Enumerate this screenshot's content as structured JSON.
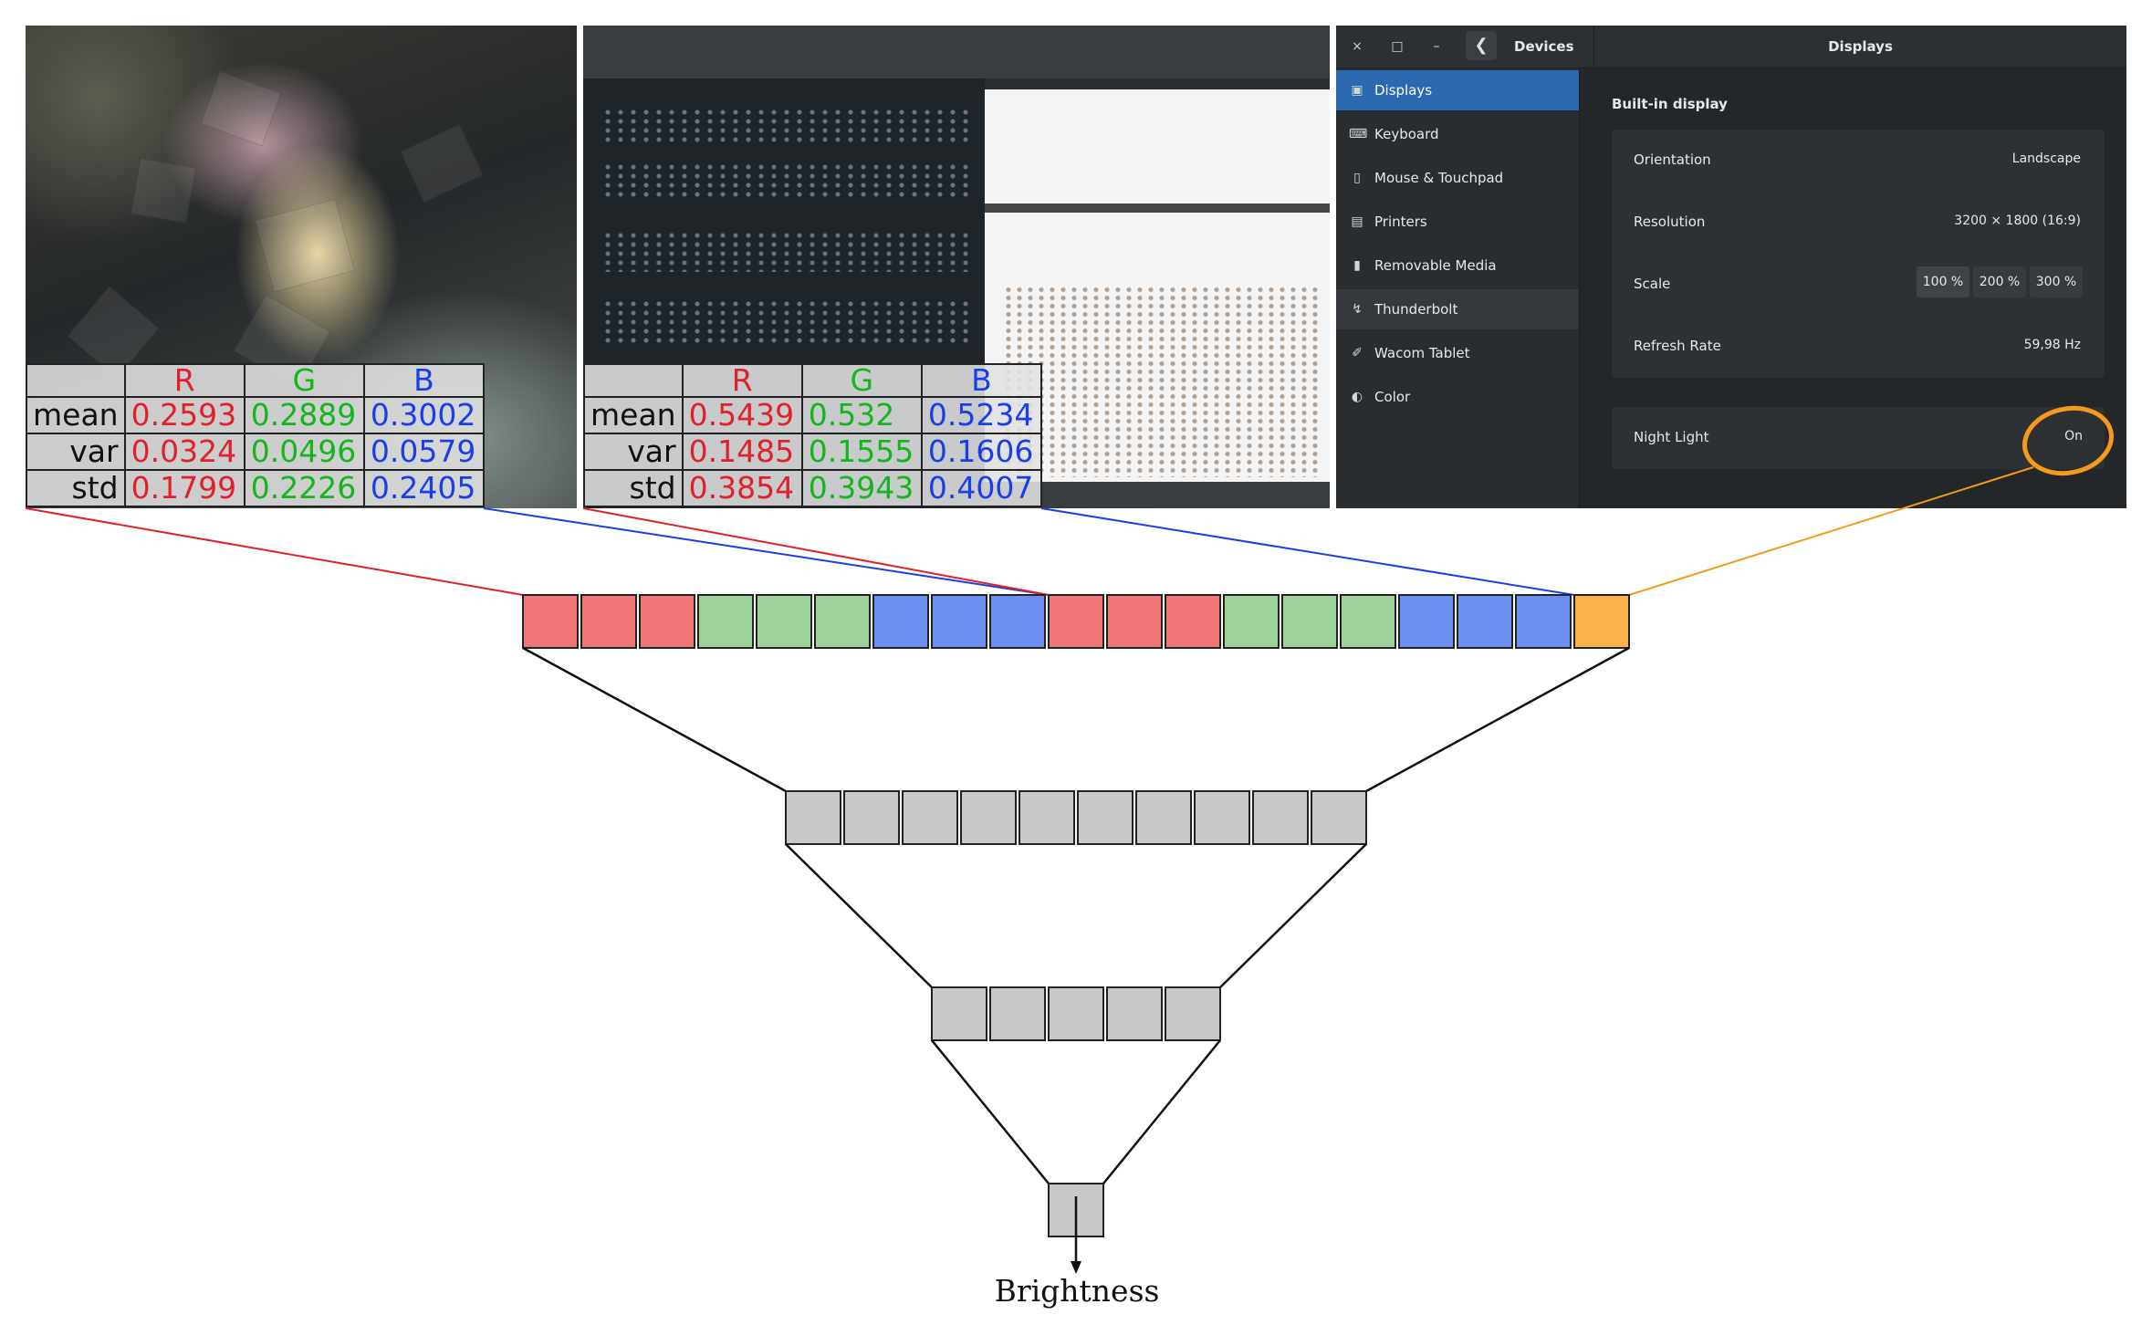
{
  "photo_panel": {
    "table": {
      "headers": [
        "R",
        "G",
        "B"
      ],
      "rows": [
        {
          "label": "mean",
          "R": "0.2593",
          "G": "0.2889",
          "B": "0.3002"
        },
        {
          "label": "var",
          "R": "0.0324",
          "G": "0.0496",
          "B": "0.0579"
        },
        {
          "label": "std",
          "R": "0.1799",
          "G": "0.2226",
          "B": "0.2405"
        }
      ]
    }
  },
  "screenshot_panel": {
    "table": {
      "headers": [
        "R",
        "G",
        "B"
      ],
      "rows": [
        {
          "label": "mean",
          "R": "0.5439",
          "G": "0.532",
          "B": "0.5234"
        },
        {
          "label": "var",
          "R": "0.1485",
          "G": "0.1555",
          "B": "0.1606"
        },
        {
          "label": "std",
          "R": "0.3854",
          "G": "0.3943",
          "B": "0.4007"
        }
      ]
    }
  },
  "settings_window": {
    "window_buttons": [
      "×",
      "□",
      "–"
    ],
    "back_icon": "chevron-left-icon",
    "panel_title": "Devices",
    "page_title": "Displays",
    "sidebar": [
      {
        "label": "Displays",
        "icon": "display-icon",
        "selected": true
      },
      {
        "label": "Keyboard",
        "icon": "keyboard-icon"
      },
      {
        "label": "Mouse & Touchpad",
        "icon": "mouse-icon"
      },
      {
        "label": "Printers",
        "icon": "printer-icon"
      },
      {
        "label": "Removable Media",
        "icon": "usb-icon"
      },
      {
        "label": "Thunderbolt",
        "icon": "thunderbolt-icon",
        "hover": true
      },
      {
        "label": "Wacom Tablet",
        "icon": "tablet-icon"
      },
      {
        "label": "Color",
        "icon": "color-icon"
      }
    ],
    "section_title": "Built-in display",
    "orientation": {
      "label": "Orientation",
      "value": "Landscape"
    },
    "resolution": {
      "label": "Resolution",
      "value": "3200 × 1800 (16:9)"
    },
    "scale": {
      "label": "Scale",
      "options": [
        "100 %",
        "200 %",
        "300 %"
      ],
      "selected": "100 %"
    },
    "refresh_rate": {
      "label": "Refresh Rate",
      "value": "59,98 Hz"
    },
    "night_light": {
      "label": "Night Light",
      "value": "On"
    }
  },
  "network": {
    "input_vector": [
      "red",
      "red",
      "red",
      "green",
      "green",
      "green",
      "blue",
      "blue",
      "blue",
      "red",
      "red",
      "red",
      "green",
      "green",
      "green",
      "blue",
      "blue",
      "blue",
      "orange"
    ],
    "hidden_layer_1_units": 10,
    "hidden_layer_2_units": 5,
    "output_units": 1,
    "output_label": "Brightness",
    "colors": {
      "red": "#ef7676",
      "green": "#9dd29b",
      "blue": "#6b8ff0",
      "orange": "#fbb04c",
      "gray": "#c8c8c8",
      "red_line": "#e0202a",
      "blue_line": "#1a3ee8",
      "orange_line": "#f59a1b",
      "annotation_circle": "#f59a1b"
    }
  }
}
